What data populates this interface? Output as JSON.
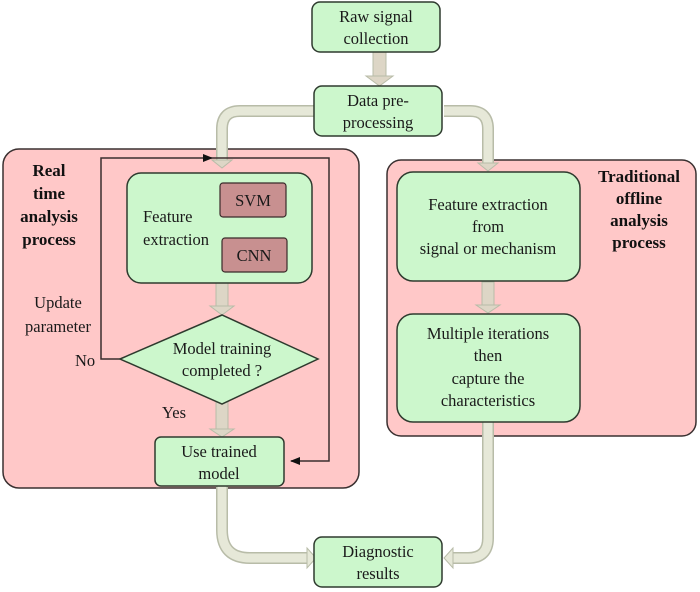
{
  "colors": {
    "node_fill": "#ccf7cc",
    "node_stroke": "#2e3a2e",
    "panel_fill": "#ffc8c8",
    "panel_stroke": "#3a3030",
    "model_fill": "#c89090",
    "arrow_fill": "#e6e8d8",
    "arrow_stroke": "#b8bca8",
    "down_arrow_fill": "#ddd6c6"
  },
  "nodes": {
    "raw_signal": [
      "Raw signal",
      "collection"
    ],
    "preprocessing": [
      "Data pre-",
      "processing"
    ],
    "feature_extraction_rt": [
      "Feature",
      "extraction"
    ],
    "svm": "SVM",
    "cnn": "CNN",
    "decision": [
      "Model training",
      "completed ?"
    ],
    "use_trained_model": [
      "Use trained",
      "model"
    ],
    "feature_extraction_offline": [
      "Feature extraction",
      "from",
      "signal or mechanism"
    ],
    "iterations": [
      "Multiple iterations",
      "then",
      "capture the",
      "characteristics"
    ],
    "diagnostic_results": [
      "Diagnostic",
      "results"
    ]
  },
  "panels": {
    "realtime_title": [
      "Real",
      "time",
      "analysis",
      "process"
    ],
    "offline_title": [
      "Traditional",
      "offline",
      "analysis",
      "process"
    ]
  },
  "edge_labels": {
    "update_parameter": [
      "Update",
      "parameter"
    ],
    "no": "No",
    "yes": "Yes"
  }
}
